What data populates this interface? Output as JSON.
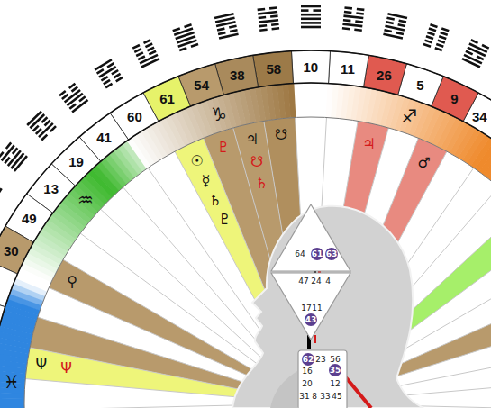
{
  "diagram": {
    "nodes": [
      {
        "text": [
          "64",
          "61",
          "63"
        ]
      },
      {
        "text": [
          "47",
          "24",
          "4",
          "17",
          "11",
          "43"
        ]
      },
      {
        "text": [
          "62",
          "23",
          "56",
          "16",
          "35",
          "20",
          "12",
          "31",
          "8",
          "33",
          "45"
        ]
      }
    ],
    "labels": [
      "30",
      "49",
      "13",
      "19",
      "41",
      "60",
      "61",
      "54",
      "38",
      "58",
      "10",
      "11",
      "26",
      "5",
      "9",
      "34",
      "♓",
      "♒",
      "♑",
      "♐",
      "♀",
      "Ψ",
      "Ψ",
      "☉",
      "☿",
      "♄",
      "♇",
      "♇",
      "♃",
      "☋",
      "♄",
      "☋",
      "♃",
      "♂"
    ]
  }
}
